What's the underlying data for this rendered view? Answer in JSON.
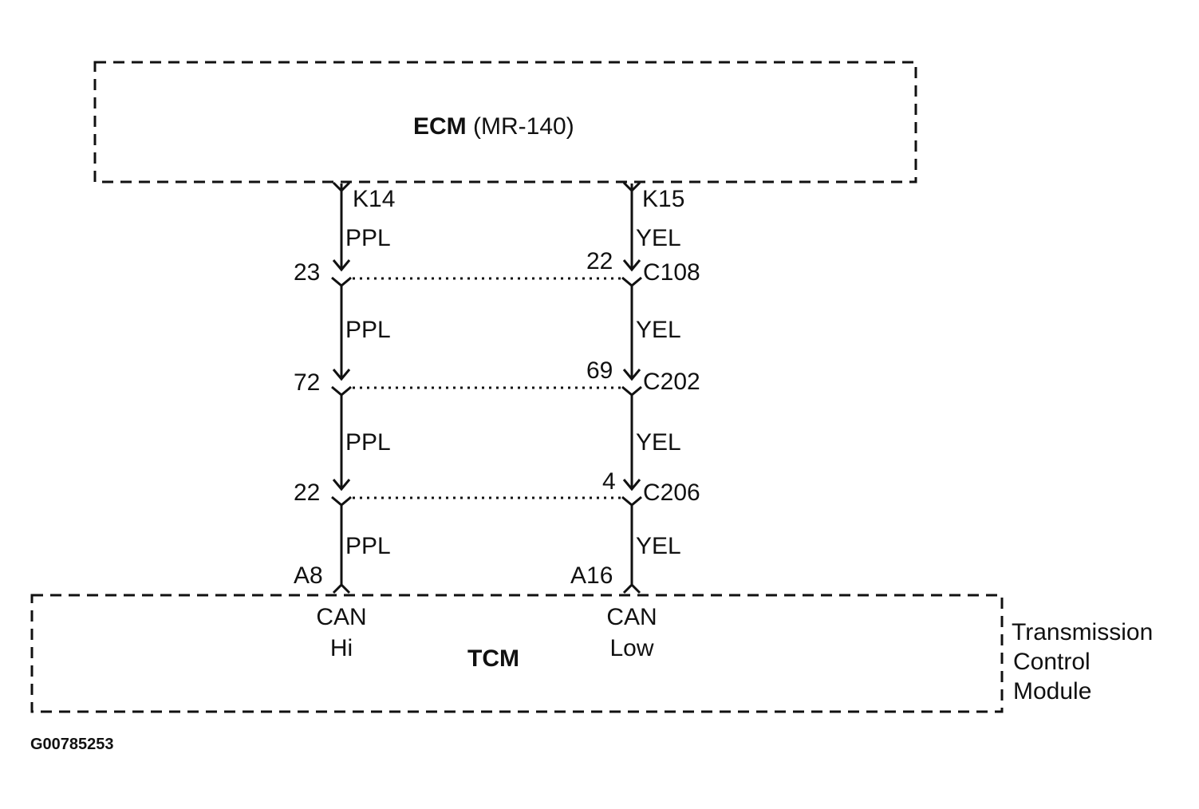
{
  "ecm": {
    "name": "ECM",
    "model": "(MR-140)"
  },
  "tcm": {
    "name": "TCM",
    "side_label": [
      "Transmission",
      "Control",
      "Module"
    ]
  },
  "figure_id": "G00785253",
  "left_circuit": {
    "ecm_pin": "K14",
    "wire_colors": [
      "PPL",
      "PPL",
      "PPL",
      "PPL"
    ],
    "connector_pins": [
      "23",
      "72",
      "22"
    ],
    "tcm_pin": "A8",
    "signal": [
      "CAN",
      "Hi"
    ]
  },
  "right_circuit": {
    "ecm_pin": "K15",
    "wire_colors": [
      "YEL",
      "YEL",
      "YEL",
      "YEL"
    ],
    "connector_pins": [
      "22",
      "69",
      "4"
    ],
    "tcm_pin": "A16",
    "signal": [
      "CAN",
      "Low"
    ]
  },
  "connectors": [
    "C108",
    "C202",
    "C206"
  ]
}
